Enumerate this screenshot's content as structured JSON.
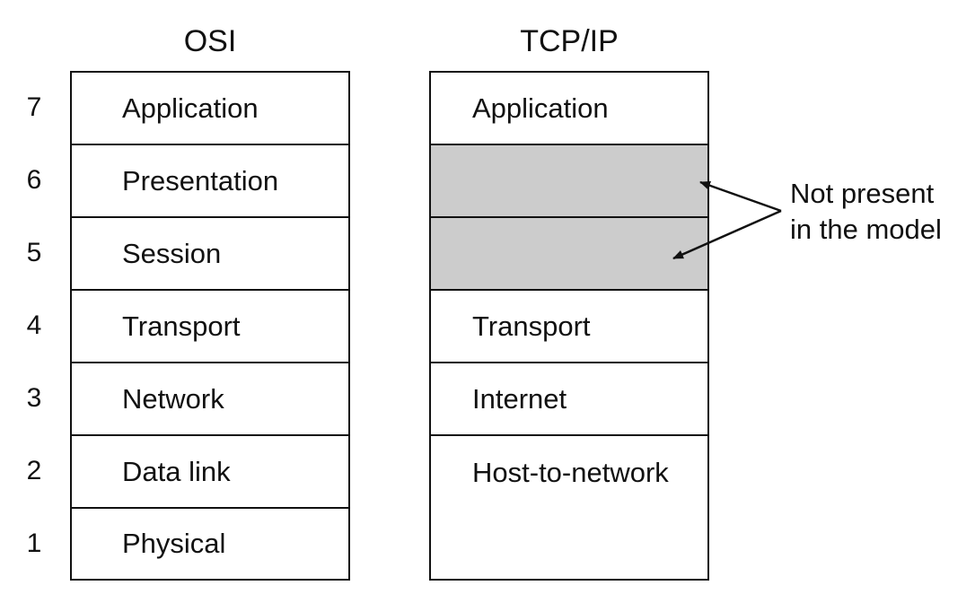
{
  "osi": {
    "heading": "OSI",
    "layers": [
      "Application",
      "Presentation",
      "Session",
      "Transport",
      "Network",
      "Data link",
      "Physical"
    ]
  },
  "tcpip": {
    "heading": "TCP/IP",
    "layers": [
      {
        "label": "Application",
        "shaded": false
      },
      {
        "label": "",
        "shaded": true
      },
      {
        "label": "",
        "shaded": true
      },
      {
        "label": "Transport",
        "shaded": false
      },
      {
        "label": "Internet",
        "shaded": false
      },
      {
        "label": "Host-to-network",
        "shaded": false
      }
    ]
  },
  "layer_numbers": [
    "7",
    "6",
    "5",
    "4",
    "3",
    "2",
    "1"
  ],
  "annotation": {
    "line1": "Not present",
    "line2": "in the model"
  },
  "colors": {
    "line": "#111111",
    "shade": "#cccccc"
  }
}
